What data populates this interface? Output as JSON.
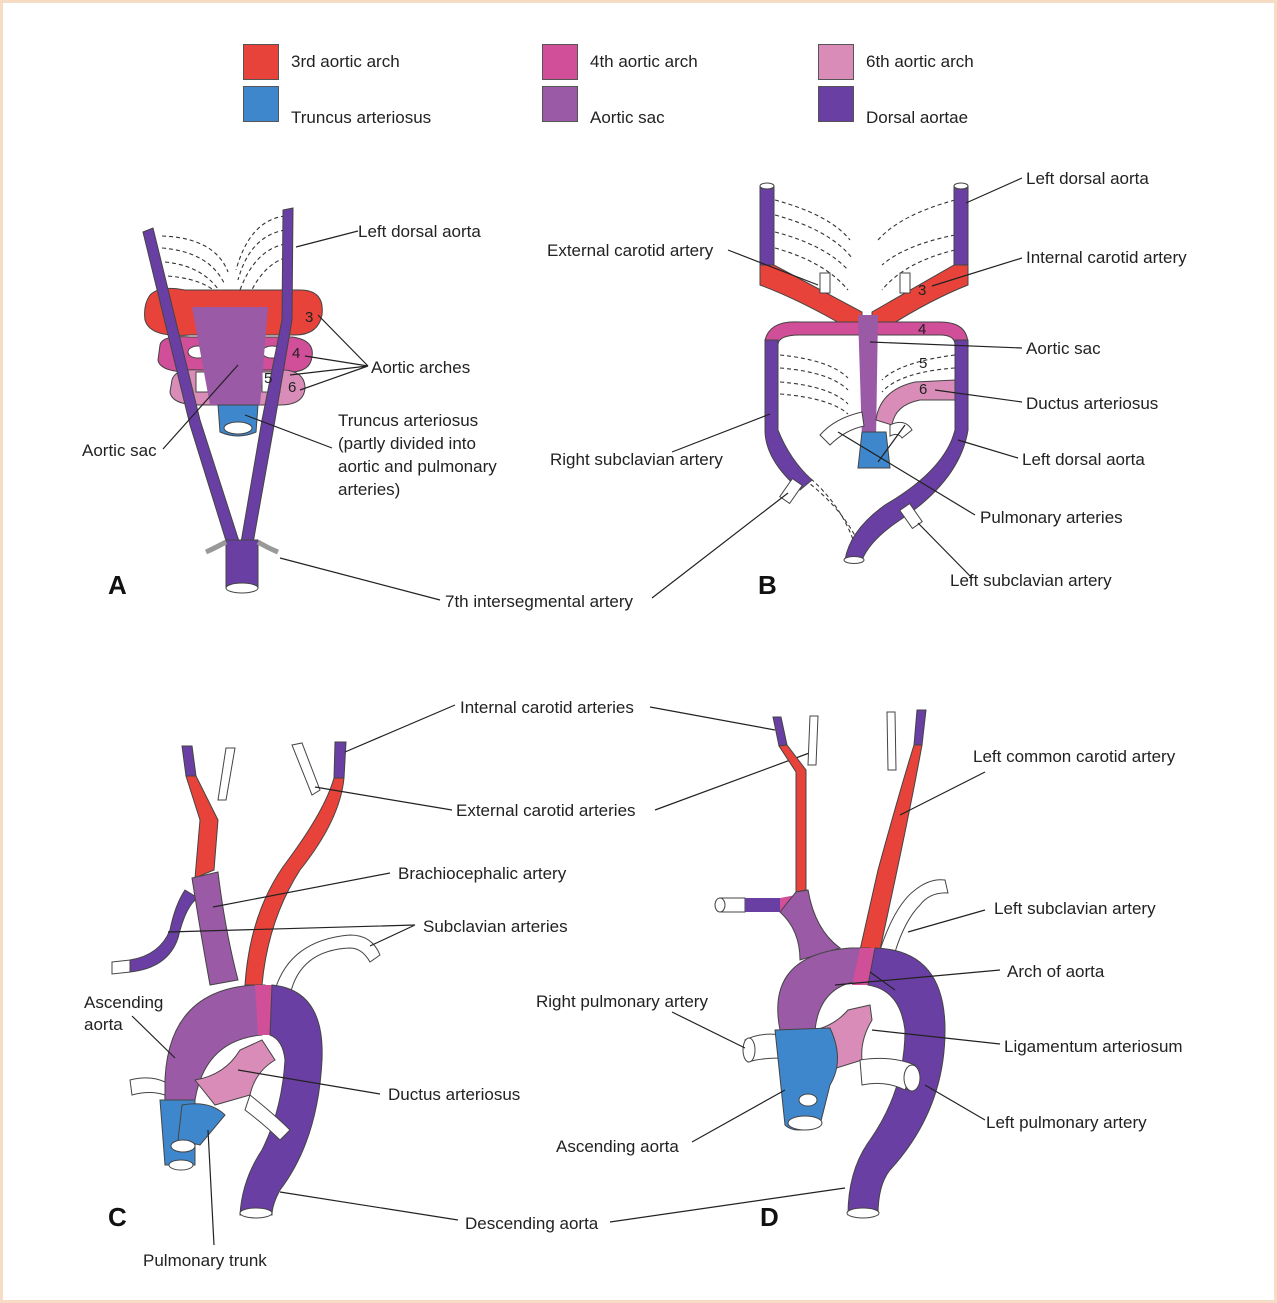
{
  "legend": [
    {
      "label": "3rd aortic arch",
      "color": "#e8433a"
    },
    {
      "label": "4th aortic arch",
      "color": "#d14e98"
    },
    {
      "label": "6th aortic arch",
      "color": "#d98cb8"
    },
    {
      "label": "Truncus arteriosus",
      "color": "#3f87cc"
    },
    {
      "label": "Aortic sac",
      "color": "#9a5aa6"
    },
    {
      "label": "Dorsal aortae",
      "color": "#6a3fa3"
    }
  ],
  "panels": {
    "A": {
      "letter": "A",
      "labels": {
        "left_dorsal_aorta": "Left dorsal aorta",
        "aortic_arches": "Aortic arches",
        "aortic_sac": "Aortic sac",
        "truncus_1": "Truncus arteriosus",
        "truncus_2": "(partly divided into",
        "truncus_3": "aortic and pulmonary",
        "truncus_4": "arteries)"
      },
      "arch_numbers": [
        "3",
        "4",
        "5",
        "6"
      ]
    },
    "B": {
      "letter": "B",
      "labels": {
        "left_dorsal_aorta_top": "Left dorsal aorta",
        "external_carotid": "External carotid artery",
        "internal_carotid": "Internal carotid artery",
        "aortic_sac": "Aortic sac",
        "ductus_arteriosus": "Ductus arteriosus",
        "right_subclavian": "Right subclavian artery",
        "left_dorsal_aorta_bottom": "Left dorsal aorta",
        "pulmonary_arteries": "Pulmonary arteries",
        "left_subclavian": "Left subclavian artery"
      },
      "arch_numbers": [
        "3",
        "4",
        "5",
        "6"
      ]
    },
    "shared_AB": {
      "seventh_intersegmental": "7th intersegmental artery"
    },
    "C": {
      "letter": "C",
      "labels": {
        "brachiocephalic": "Brachiocephalic artery",
        "subclavian_arteries": "Subclavian arteries",
        "ascending_aorta_1": "Ascending",
        "ascending_aorta_2": "aorta",
        "ductus_arteriosus": "Ductus arteriosus",
        "pulmonary_trunk": "Pulmonary trunk"
      }
    },
    "shared_CD": {
      "internal_carotid": "Internal carotid arteries",
      "external_carotid": "External carotid arteries",
      "descending_aorta": "Descending aorta"
    },
    "D": {
      "letter": "D",
      "labels": {
        "left_common_carotid": "Left common carotid artery",
        "left_subclavian": "Left subclavian artery",
        "arch_of_aorta": "Arch of aorta",
        "right_pulmonary": "Right pulmonary artery",
        "ligamentum": "Ligamentum arteriosum",
        "left_pulmonary": "Left pulmonary artery",
        "ascending_aorta": "Ascending aorta"
      }
    }
  }
}
